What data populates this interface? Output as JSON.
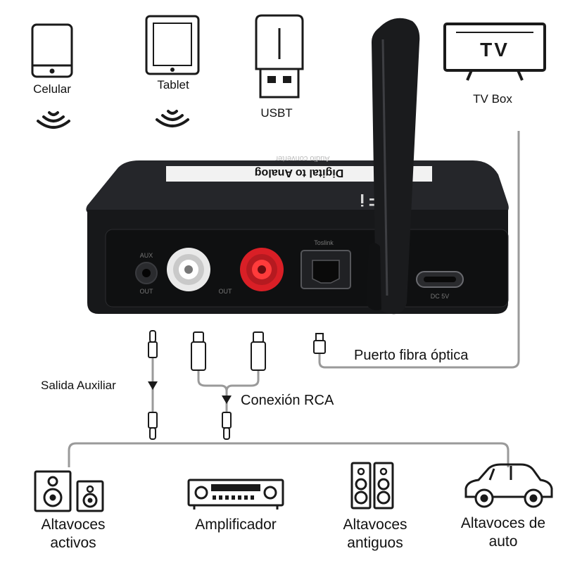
{
  "colors": {
    "icon": "#1a1a1a",
    "device_body": "#1c1d1f",
    "device_front": "#141516",
    "rca_white": "#e9e9e9",
    "rca_red": "#d91f26",
    "cable": "#9a9a9a",
    "text": "#111111"
  },
  "sources": [
    {
      "label": "Celular",
      "icon": "smartphone-icon"
    },
    {
      "label": "Tablet",
      "icon": "tablet-icon"
    },
    {
      "label": "USBT",
      "icon": "usb-dongle-icon"
    },
    {
      "label": "TV Box",
      "icon": "tv-icon",
      "screen_text": "TV"
    }
  ],
  "device": {
    "top_label": "Digital to Analog",
    "top_sublabel": "Audio converter",
    "brand": "HiFi",
    "port_aux_in": "AUX",
    "port_aux_out": "OUT",
    "port_rca_out": "OUT",
    "port_optical": "Toslink",
    "port_power": "DC 5V"
  },
  "connections": {
    "aux": "Salida Auxiliar",
    "rca": "Conexión RCA",
    "optical": "Puerto fibra óptica"
  },
  "outputs": [
    {
      "label_line1": "Altavoces",
      "label_line2": "activos",
      "icon": "active-speakers-icon"
    },
    {
      "label_line1": "Amplificador",
      "label_line2": "",
      "icon": "amplifier-icon"
    },
    {
      "label_line1": "Altavoces",
      "label_line2": "antiguos",
      "icon": "tower-speakers-icon"
    },
    {
      "label_line1": "Altavoces de",
      "label_line2": "auto",
      "icon": "car-icon"
    }
  ]
}
